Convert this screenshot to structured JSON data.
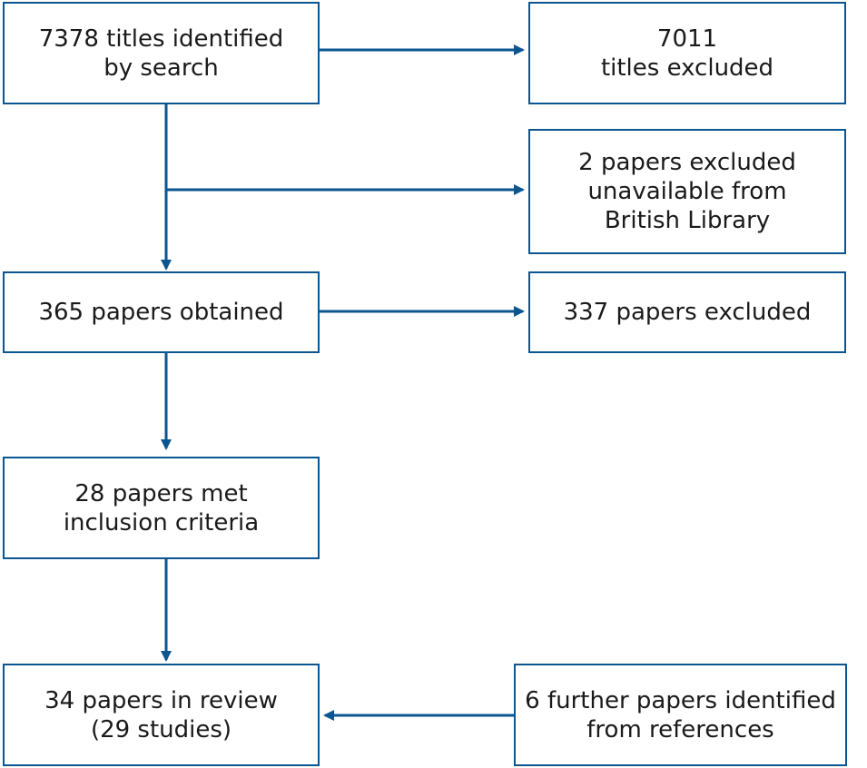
{
  "colors": {
    "stroke": "#0b5690",
    "text": "#1a1a1a",
    "background": "#ffffff"
  },
  "boxes": {
    "identified": {
      "lines": [
        "7378 titles identified",
        "by search"
      ]
    },
    "titles_excluded": {
      "lines": [
        "7011",
        "titles excluded"
      ]
    },
    "unavailable": {
      "lines": [
        "2 papers excluded",
        "unavailable from",
        "British Library"
      ]
    },
    "obtained": {
      "lines": [
        "365 papers obtained"
      ]
    },
    "papers_excluded": {
      "lines": [
        "337 papers excluded"
      ]
    },
    "met_criteria": {
      "lines": [
        "28 papers met",
        "inclusion criteria"
      ]
    },
    "in_review": {
      "lines": [
        "34 papers in review",
        "(29 studies)"
      ]
    },
    "further": {
      "lines": [
        "6 further papers identified",
        "from references"
      ]
    }
  }
}
